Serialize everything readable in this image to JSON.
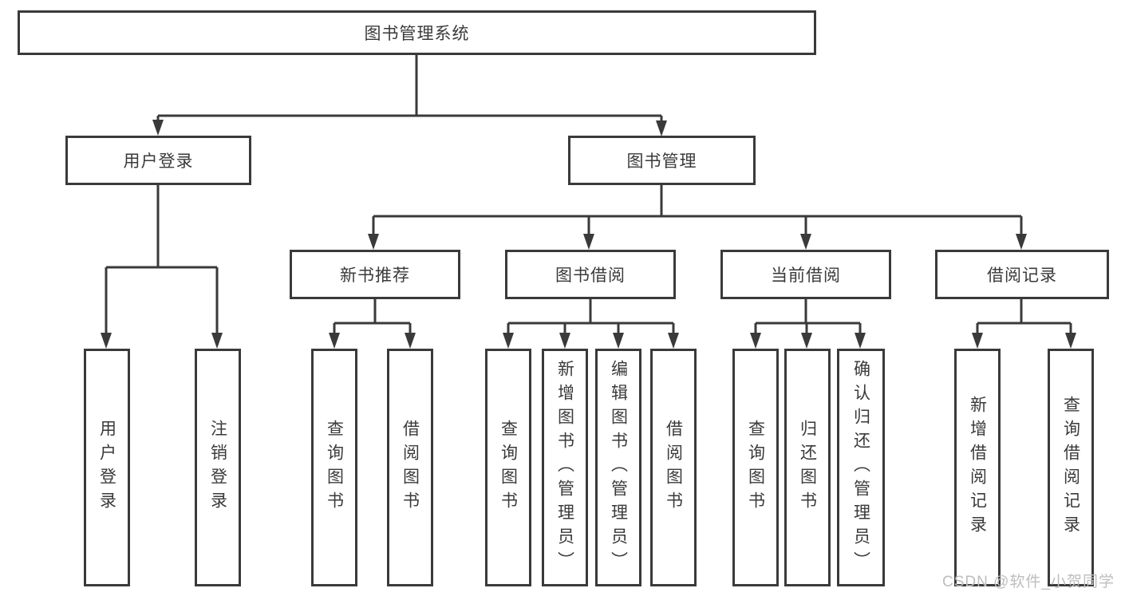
{
  "diagram": {
    "root": {
      "label": "图书管理系统"
    },
    "branches": [
      {
        "label": "用户登录"
      },
      {
        "label": "图书管理"
      }
    ],
    "modules": [
      {
        "label": "新书推荐"
      },
      {
        "label": "图书借阅"
      },
      {
        "label": "当前借阅"
      },
      {
        "label": "借阅记录"
      }
    ],
    "leaves": [
      {
        "label": "用户登录",
        "parent": "用户登录"
      },
      {
        "label": "注销登录",
        "parent": "用户登录"
      },
      {
        "label": "查询图书",
        "parent": "新书推荐"
      },
      {
        "label": "借阅图书",
        "parent": "新书推荐"
      },
      {
        "label": "查询图书",
        "parent": "图书借阅"
      },
      {
        "label": "新增图书（管理员）",
        "parent": "图书借阅"
      },
      {
        "label": "编辑图书（管理员）",
        "parent": "图书借阅"
      },
      {
        "label": "借阅图书",
        "parent": "图书借阅"
      },
      {
        "label": "查询图书",
        "parent": "当前借阅"
      },
      {
        "label": "归还图书",
        "parent": "当前借阅"
      },
      {
        "label": "确认归还（管理员）",
        "parent": "当前借阅"
      },
      {
        "label": "新增借阅记录",
        "parent": "借阅记录"
      },
      {
        "label": "查询借阅记录",
        "parent": "借阅记录"
      }
    ]
  },
  "watermark": "CSDN @软件_小贺同学",
  "colors": {
    "line": "#3a3a3a",
    "box_border": "#3a3a3a",
    "text": "#3a3a3a",
    "watermark": "#bdbdbd",
    "background": "#ffffff"
  }
}
